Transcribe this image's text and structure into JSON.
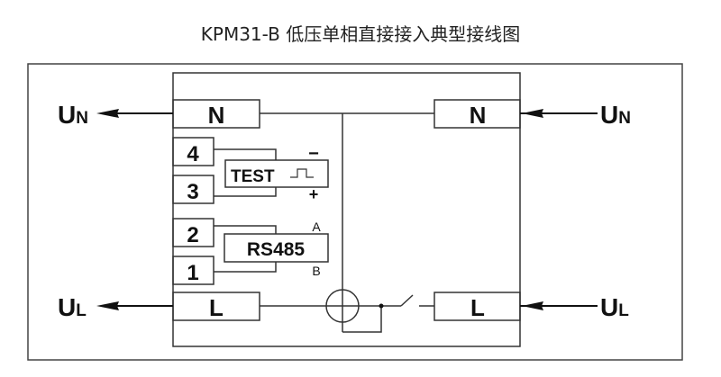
{
  "title": "KPM31-B 低压单相直接接入典型接线图",
  "external_left": {
    "neutral": {
      "main": "U",
      "sub": "N"
    },
    "line": {
      "main": "U",
      "sub": "L"
    }
  },
  "external_right": {
    "neutral": {
      "main": "U",
      "sub": "N"
    },
    "line": {
      "main": "U",
      "sub": "L"
    }
  },
  "terminals": {
    "n_left": "N",
    "n_right": "N",
    "l_left": "L",
    "l_right": "L",
    "t4": "4",
    "t3": "3",
    "t2": "2",
    "t1": "1"
  },
  "test_module": {
    "label": "TEST",
    "minus": "−",
    "plus": "+",
    "pulse_icon": "pulse-waveform"
  },
  "rs485_module": {
    "label": "RS485",
    "a": "A",
    "b": "B"
  }
}
